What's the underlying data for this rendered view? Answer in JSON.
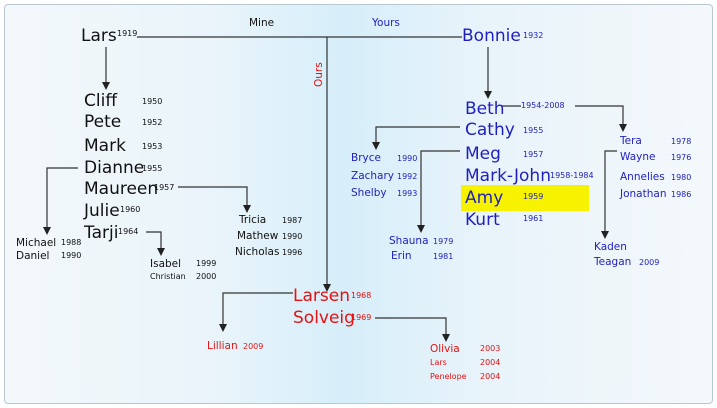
{
  "colors": {
    "black": "#111111",
    "blue": "#1f1fbf",
    "red": "#e41212",
    "highlight": "#f7f200"
  },
  "labels": {
    "mine": "Mine",
    "yours": "Yours",
    "ours": "Ours"
  },
  "lars": {
    "name": "Lars",
    "year": "1919"
  },
  "bonnie": {
    "name": "Bonnie",
    "year": "1932"
  },
  "lars_children": [
    {
      "name": "Cliff",
      "year": "1950"
    },
    {
      "name": "Pete",
      "year": "1952"
    },
    {
      "name": "Mark",
      "year": "1953"
    },
    {
      "name": "Dianne",
      "year": "1955"
    },
    {
      "name": "Maureen",
      "year": "1957"
    },
    {
      "name": "Julie",
      "year": "1960"
    },
    {
      "name": "Tarji",
      "year": "1964"
    }
  ],
  "dianne_children": [
    {
      "name": "Michael",
      "year": "1988"
    },
    {
      "name": "Daniel",
      "year": "1990"
    }
  ],
  "maureen_children": [
    {
      "name": "Tricia",
      "year": "1987"
    },
    {
      "name": "Mathew",
      "year": "1990"
    },
    {
      "name": "Nicholas",
      "year": "1996"
    }
  ],
  "tarji_children": [
    {
      "name": "Isabel",
      "year": "1999"
    },
    {
      "name": "Christian",
      "year": "2000"
    }
  ],
  "bonnie_children": [
    {
      "name": "Beth",
      "year": "1954-2008"
    },
    {
      "name": "Cathy",
      "year": "1955"
    },
    {
      "name": "Meg",
      "year": "1957"
    },
    {
      "name": "Mark-John",
      "year": "1958-1984"
    },
    {
      "name": "Amy",
      "year": "1959"
    },
    {
      "name": "Kurt",
      "year": "1961"
    }
  ],
  "beth_children": [
    {
      "name": "Tera",
      "year": "1978"
    },
    {
      "name": "Wayne",
      "year": "1976"
    },
    {
      "name": "Annelies",
      "year": "1980"
    },
    {
      "name": "Jonathan",
      "year": "1986"
    }
  ],
  "wayne_children": [
    {
      "name": "Kaden"
    },
    {
      "name": "Teagan",
      "year": "2009"
    }
  ],
  "cathy_children": [
    {
      "name": "Bryce",
      "year": "1990"
    },
    {
      "name": "Zachary",
      "year": "1992"
    },
    {
      "name": "Shelby",
      "year": "1993"
    }
  ],
  "meg_children": [
    {
      "name": "Shauna",
      "year": "1979"
    },
    {
      "name": "Erin",
      "year": "1981"
    }
  ],
  "ours_children": [
    {
      "name": "Larsen",
      "year": "1968"
    },
    {
      "name": "Solveig",
      "year": "1969"
    }
  ],
  "larsen_children": [
    {
      "name": "Lillian",
      "year": "2009"
    }
  ],
  "solveig_children": [
    {
      "name": "Olivia",
      "year": "2003"
    },
    {
      "name": "Lars",
      "year": "2004"
    },
    {
      "name": "Penelope",
      "year": "2004"
    }
  ]
}
